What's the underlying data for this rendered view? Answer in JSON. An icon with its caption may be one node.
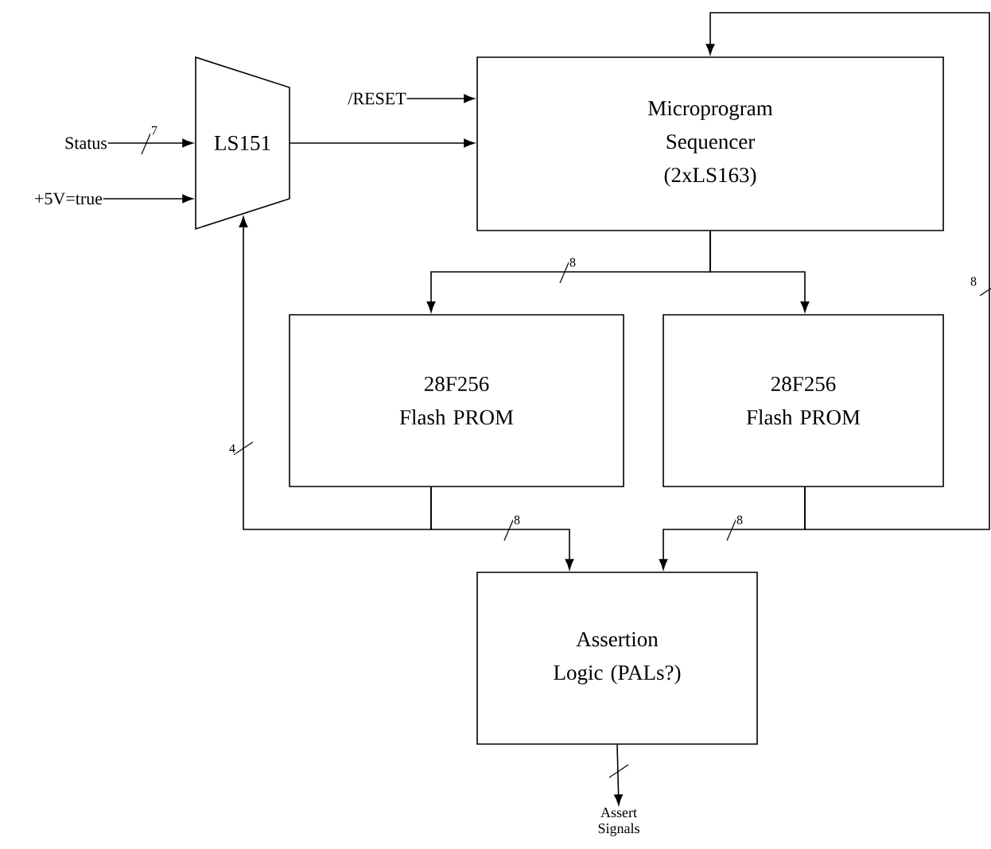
{
  "diagram": {
    "nodes": [
      {
        "text": [
          "Status"
        ]
      },
      {
        "text": [
          "+5V=true"
        ]
      },
      {
        "text": [
          "LS151"
        ]
      },
      {
        "text": [
          "/RESET"
        ]
      },
      {
        "text": [
          "Microprogram Sequencer (2xLS163)"
        ]
      },
      {
        "text": [
          "28F256 Flash PROM"
        ]
      },
      {
        "text": [
          "28F256 Flash PROM"
        ]
      },
      {
        "text": [
          "Assertion Logic (PALs?)"
        ]
      },
      {
        "text": [
          "Assert Signals"
        ]
      }
    ],
    "edges": [
      {
        "from": 0,
        "to": 2,
        "arrow": "to",
        "label": "7"
      },
      {
        "from": 1,
        "to": 2,
        "arrow": "to"
      },
      {
        "from": 3,
        "to": 4,
        "arrow": "to"
      },
      {
        "from": 2,
        "to": 4,
        "arrow": "to"
      },
      {
        "from": 4,
        "to": 5,
        "arrow": "to",
        "label": "8"
      },
      {
        "from": 4,
        "to": 6,
        "arrow": "to"
      },
      {
        "from": 5,
        "to": 7,
        "arrow": "to",
        "label": "8"
      },
      {
        "from": 5,
        "to": 2,
        "arrow": "to",
        "label": "4"
      },
      {
        "from": 6,
        "to": 7,
        "arrow": "to",
        "label": "8"
      },
      {
        "from": 6,
        "to": 4,
        "arrow": "to",
        "label": "8"
      },
      {
        "from": 7,
        "to": 8,
        "arrow": "to"
      }
    ]
  }
}
